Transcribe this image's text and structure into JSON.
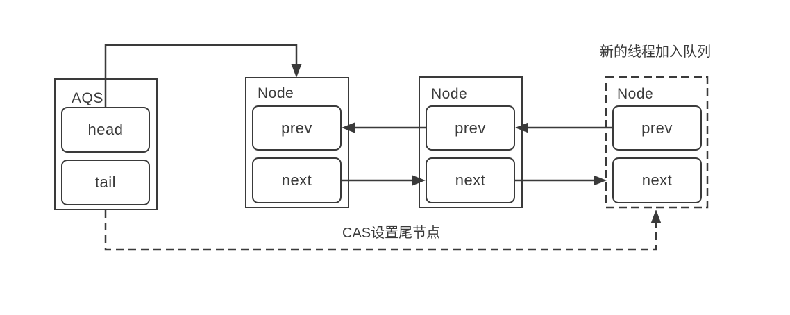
{
  "diagram": {
    "aqs": {
      "title": "AQS",
      "head_label": "head",
      "tail_label": "tail"
    },
    "nodes": [
      {
        "title": "Node",
        "prev_label": "prev",
        "next_label": "next",
        "style": "solid"
      },
      {
        "title": "Node",
        "prev_label": "prev",
        "next_label": "next",
        "style": "solid"
      },
      {
        "title": "Node",
        "prev_label": "prev",
        "next_label": "next",
        "style": "dashed"
      }
    ],
    "annotations": {
      "new_thread": "新的线程加入队列",
      "cas": "CAS设置尾节点"
    },
    "colors": {
      "stroke": "#3a3a3a",
      "background": "#ffffff"
    }
  }
}
